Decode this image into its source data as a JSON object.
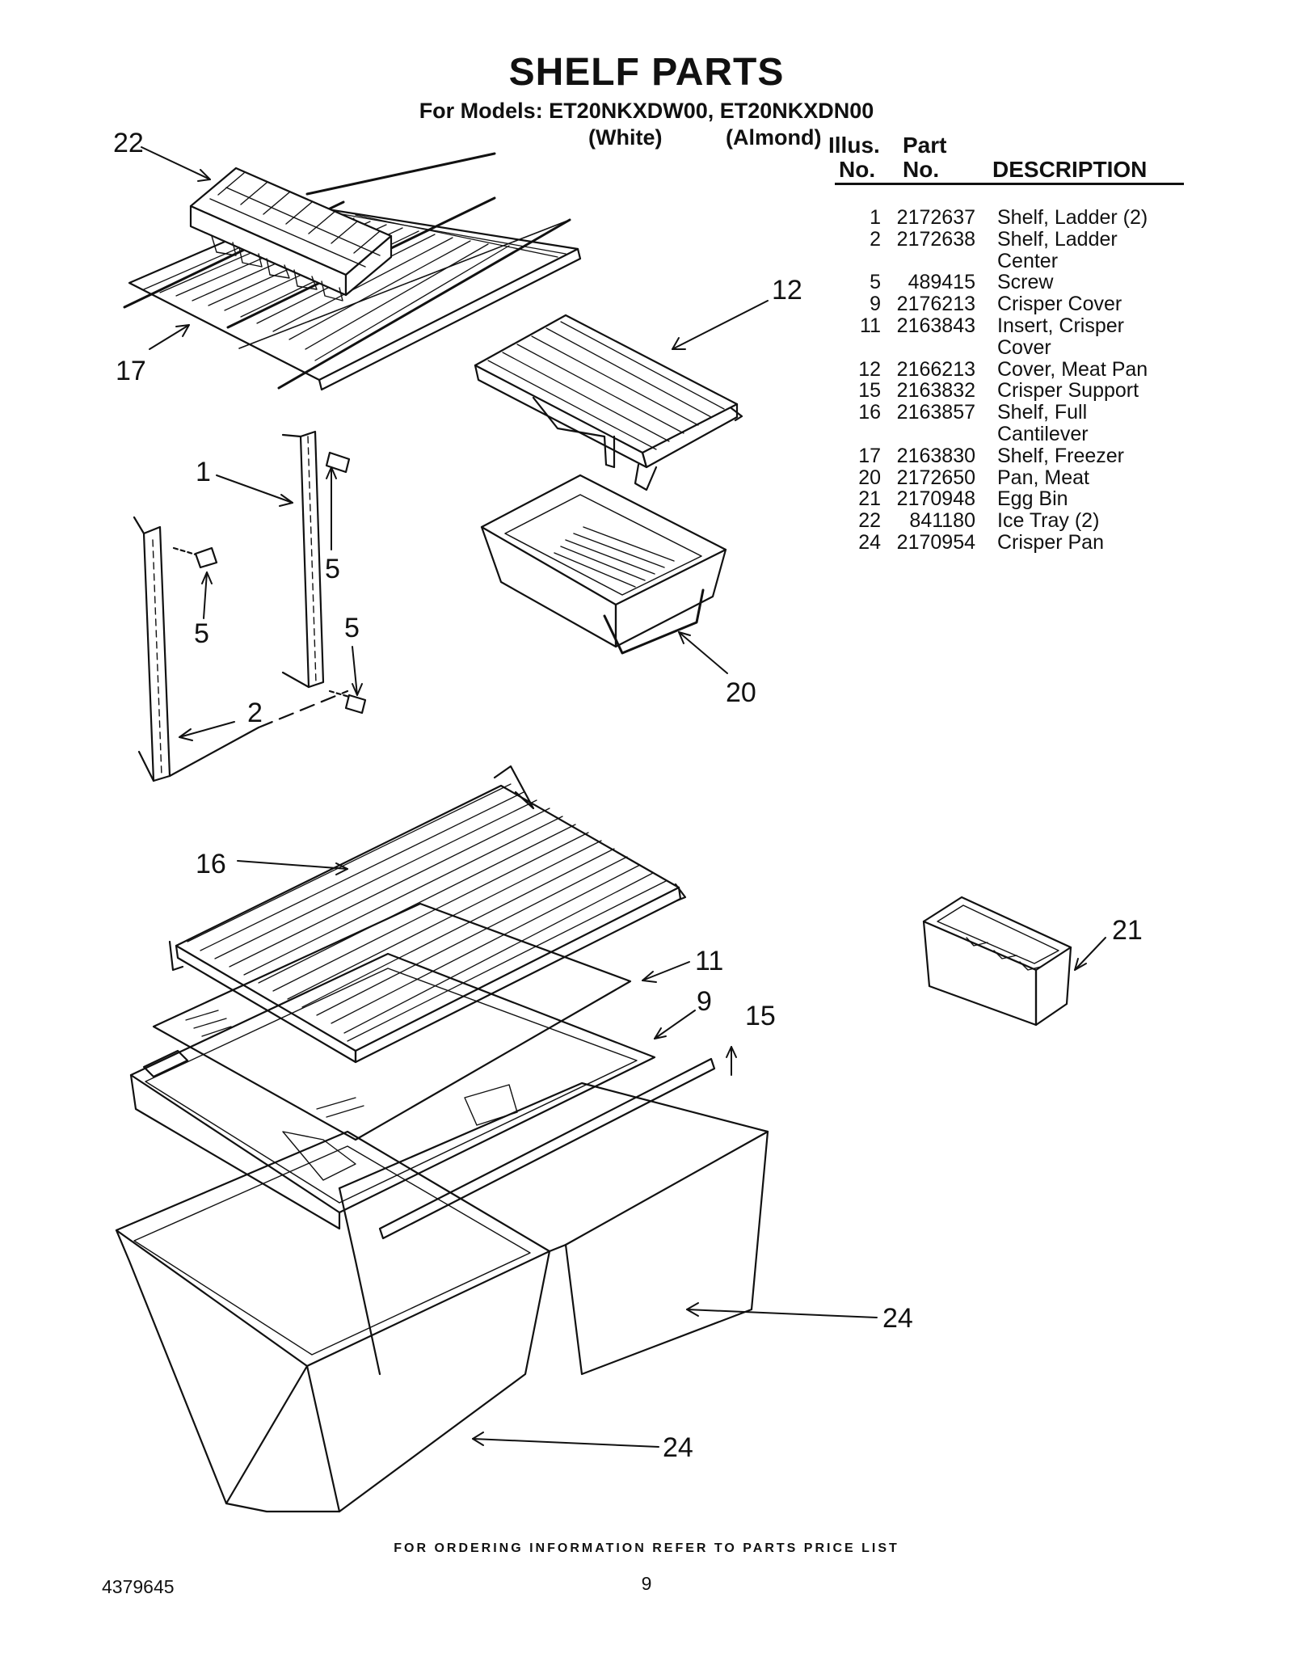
{
  "title": "SHELF PARTS",
  "models_line": "For Models: ET20NKXDW00, ET20NKXDN00",
  "model_variants": [
    "(White)",
    "(Almond)"
  ],
  "table_headers": {
    "illus_no": [
      "Illus.",
      "No."
    ],
    "part_no": [
      "Part",
      "No."
    ],
    "description": "DESCRIPTION"
  },
  "parts": [
    {
      "illus": "1",
      "part": "2172637",
      "desc": [
        "Shelf, Ladder (2)"
      ]
    },
    {
      "illus": "2",
      "part": "2172638",
      "desc": [
        "Shelf, Ladder",
        "Center"
      ]
    },
    {
      "illus": "5",
      "part": "489415",
      "desc": [
        "Screw"
      ]
    },
    {
      "illus": "9",
      "part": "2176213",
      "desc": [
        "Crisper Cover"
      ]
    },
    {
      "illus": "11",
      "part": "2163843",
      "desc": [
        "Insert, Crisper",
        "Cover"
      ]
    },
    {
      "illus": "12",
      "part": "2166213",
      "desc": [
        "Cover, Meat Pan"
      ]
    },
    {
      "illus": "15",
      "part": "2163832",
      "desc": [
        "Crisper Support"
      ]
    },
    {
      "illus": "16",
      "part": "2163857",
      "desc": [
        "Shelf, Full",
        "Cantilever"
      ]
    },
    {
      "illus": "17",
      "part": "2163830",
      "desc": [
        "Shelf, Freezer"
      ]
    },
    {
      "illus": "20",
      "part": "2172650",
      "desc": [
        "Pan, Meat"
      ]
    },
    {
      "illus": "21",
      "part": "2170948",
      "desc": [
        "Egg Bin"
      ]
    },
    {
      "illus": "22",
      "part": "841180",
      "desc": [
        "Ice Tray (2)"
      ]
    },
    {
      "illus": "24",
      "part": "2170954",
      "desc": [
        "Crisper Pan"
      ]
    }
  ],
  "callouts": {
    "c22": "22",
    "c17": "17",
    "c12": "12",
    "c1": "1",
    "c5a": "5",
    "c5b": "5",
    "c5c": "5",
    "c2": "2",
    "c20": "20",
    "c16": "16",
    "c11": "11",
    "c9": "9",
    "c15": "15",
    "c21": "21",
    "c24a": "24",
    "c24b": "24"
  },
  "footer_note": "FOR ORDERING INFORMATION REFER TO PARTS PRICE LIST",
  "doc_number": "4379645",
  "page_number": "9"
}
